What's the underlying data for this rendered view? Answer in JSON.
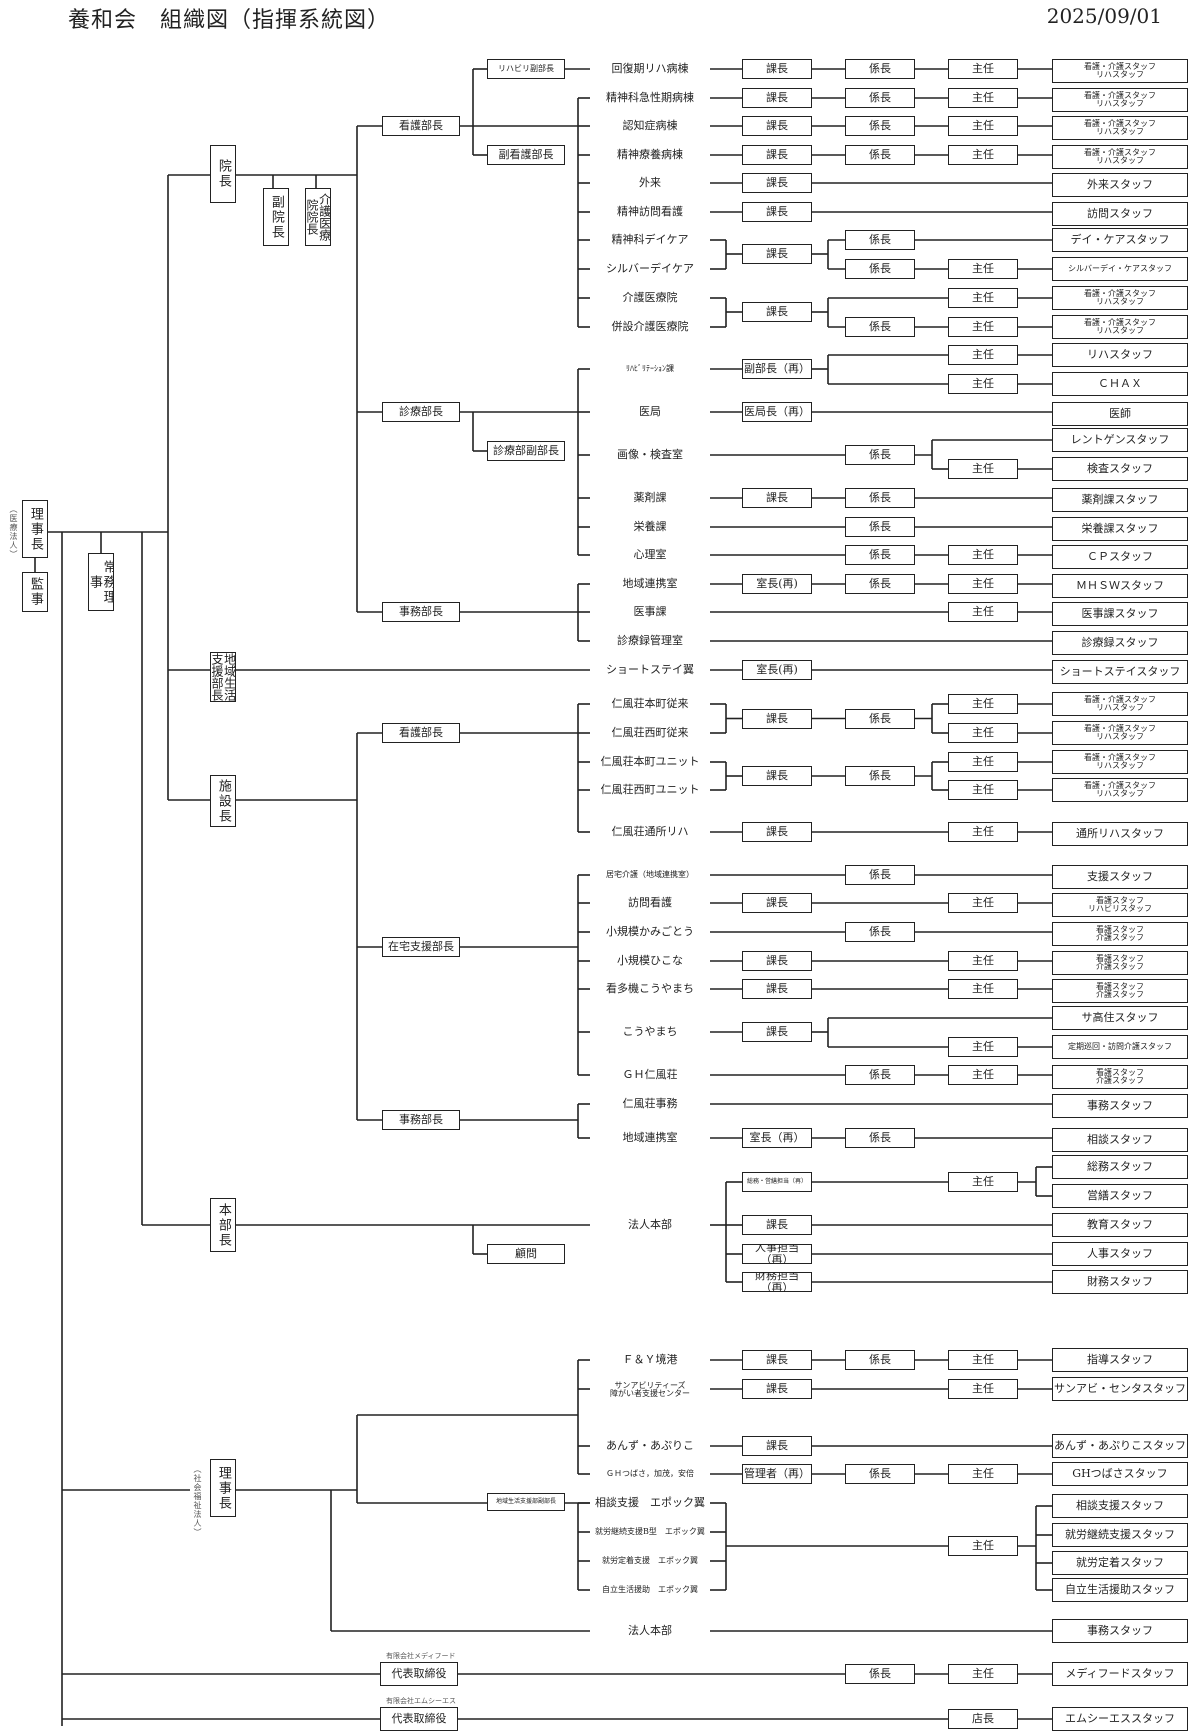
{
  "header": {
    "title": "養和会　組織図（指揮系統図）",
    "date": "2025/09/01"
  },
  "corp_notes": {
    "medical": "（医療法人）",
    "welfare": "（社会福祉法人）",
    "medifood": "有限会社メディフード",
    "mcs": "有限会社エムシーエス"
  },
  "top": {
    "chairman": "理事長",
    "auditor": "監事",
    "managing_director": "常務理事",
    "hospital_director": "院長",
    "vice_director": "副院長",
    "care_vice_director": "介護医療院院長",
    "regional_support_head": "地域生活支援部長",
    "facility_director": "施設長",
    "hq_director": "本部長",
    "welfare_chairman": "理事長",
    "rep_director_1": "代表取締役",
    "rep_director_2": "代表取締役"
  },
  "hospital": {
    "nursing_head": "看護部長",
    "rehab_vice": "リハビリ副部長",
    "vice_nursing_head": "副看護部長",
    "medical_head": "診療部長",
    "medical_vice": "診療部副部長",
    "admin_head": "事務部長",
    "rows": [
      {
        "unit": "回復期リハ病棟",
        "l1": "課長",
        "l2": "係長",
        "l3": "主任",
        "staff": "看護・介護スタッフ\nリハスタッフ"
      },
      {
        "unit": "精神科急性期病棟",
        "l1": "課長",
        "l2": "係長",
        "l3": "主任",
        "staff": "看護・介護スタッフ\nリハスタッフ"
      },
      {
        "unit": "認知症病棟",
        "l1": "課長",
        "l2": "係長",
        "l3": "主任",
        "staff": "看護・介護スタッフ\nリハスタッフ"
      },
      {
        "unit": "精神療養病棟",
        "l1": "課長",
        "l2": "係長",
        "l3": "主任",
        "staff": "看護・介護スタッフ\nリハスタッフ"
      },
      {
        "unit": "外来",
        "l1": "課長",
        "staff": "外来スタッフ"
      },
      {
        "unit": "精神訪問看護",
        "l1": "課長",
        "staff": "訪問スタッフ"
      },
      {
        "unit": "精神科デイケア",
        "l2": "係長",
        "staff": "デイ・ケアスタッフ"
      },
      {
        "unit": "シルバーデイケア",
        "l1": "課長",
        "l2": "係長",
        "l3": "主任",
        "staff": "シルバーデイ・ケアスタッフ"
      },
      {
        "unit": "介護医療院",
        "l3": "主任",
        "staff": "看護・介護スタッフ\nリハスタッフ"
      },
      {
        "unit": "併設介護医療院",
        "l1": "課長",
        "l2": "係長",
        "l3": "主任",
        "staff": "看護・介護スタッフ\nリハスタッフ"
      },
      {
        "unit": "ﾘﾊﾋﾞﾘﾃｰｼｮﾝ課",
        "l1": "副部長（再）",
        "l3": "主任",
        "staff": "リハスタッフ"
      },
      {
        "unit": "",
        "l3": "主任",
        "staff": "ＣＨＡＸ"
      },
      {
        "unit": "医局",
        "l1": "医局長（再）",
        "staff": "医師"
      },
      {
        "unit": "画像・検査室",
        "l2": "係長",
        "staff": "レントゲンスタッフ"
      },
      {
        "unit": "",
        "l3": "主任",
        "staff": "検査スタッフ"
      },
      {
        "unit": "薬剤課",
        "l1": "課長",
        "l2": "係長",
        "staff": "薬剤課スタッフ"
      },
      {
        "unit": "栄養課",
        "l2": "係長",
        "staff": "栄養課スタッフ"
      },
      {
        "unit": "心理室",
        "l2": "係長",
        "l3": "主任",
        "staff": "ＣＰスタッフ"
      },
      {
        "unit": "地域連携室",
        "l1": "室長(再)",
        "l2": "係長",
        "l3": "主任",
        "staff": "ＭＨＳＷスタッフ"
      },
      {
        "unit": "医事課",
        "l3": "主任",
        "staff": "医事課スタッフ"
      },
      {
        "unit": "診療録管理室",
        "staff": "診療録スタッフ"
      }
    ]
  },
  "short_stay": {
    "unit": "ショートステイ翼",
    "l1": "室長(再)",
    "staff": "ショートステイスタッフ"
  },
  "facility": {
    "nursing_head": "看護部長",
    "home_support_head": "在宅支援部長",
    "admin_head": "事務部長",
    "rows": [
      {
        "unit": "仁風荘本町従来",
        "l3": "主任",
        "staff": "看護・介護スタッフ\nリハスタッフ"
      },
      {
        "unit": "仁風荘西町従来",
        "l1": "課長",
        "l2": "係長",
        "l3": "主任",
        "staff": "看護・介護スタッフ\nリハスタッフ"
      },
      {
        "unit": "仁風荘本町ユニット",
        "l3": "主任",
        "staff": "看護・介護スタッフ\nリハスタッフ"
      },
      {
        "unit": "仁風荘西町ユニット",
        "l1": "課長",
        "l2": "係長",
        "l3": "主任",
        "staff": "看護・介護スタッフ\nリハスタッフ"
      },
      {
        "unit": "仁風荘通所リハ",
        "l1": "課長",
        "l3": "主任",
        "staff": "通所リハスタッフ"
      },
      {
        "unit": "居宅介護（地域連携室）",
        "l2": "係長",
        "staff": "支援スタッフ"
      },
      {
        "unit": "訪問看護",
        "l1": "課長",
        "l3": "主任",
        "staff": "看護スタッフ\nリハビリスタッフ"
      },
      {
        "unit": "小規模かみごとう",
        "l2": "係長",
        "staff": "看護スタッフ\n介護スタッフ"
      },
      {
        "unit": "小規模ひこな",
        "l1": "課長",
        "l3": "主任",
        "staff": "看護スタッフ\n介護スタッフ"
      },
      {
        "unit": "看多機こうやまち",
        "l1": "課長",
        "l3": "主任",
        "staff": "看護スタッフ\n介護スタッフ"
      },
      {
        "unit": "",
        "staff": "サ高住スタッフ"
      },
      {
        "unit": "こうやまち",
        "l1": "課長",
        "l3": "主任",
        "staff": "定期巡回・訪問介護スタッフ"
      },
      {
        "unit": "ＧＨ仁風荘",
        "l2": "係長",
        "l3": "主任",
        "staff": "看護スタッフ\n介護スタッフ"
      },
      {
        "unit": "仁風荘事務",
        "staff": "事務スタッフ"
      },
      {
        "unit": "地域連携室",
        "l1": "室長（再）",
        "l2": "係長",
        "staff": "相談スタッフ"
      }
    ]
  },
  "hq": {
    "advisor": "顧問",
    "unit": "法人本部",
    "rows": [
      {
        "l1": "総務・営繕担当（再）",
        "l3": "主任",
        "staff": "総務スタッフ"
      },
      {
        "staff": "営繕スタッフ"
      },
      {
        "l1": "課長",
        "staff": "教育スタッフ"
      },
      {
        "l1": "人事担当（再）",
        "staff": "人事スタッフ"
      },
      {
        "l1": "財務担当（再）",
        "staff": "財務スタッフ"
      }
    ]
  },
  "welfare": {
    "regional_vice": "地域生活支援部副部長",
    "rows": [
      {
        "unit": "Ｆ＆Ｙ境港",
        "l1": "課長",
        "l2": "係長",
        "l3": "主任",
        "staff": "指導スタッフ"
      },
      {
        "unit": "サンアビリティーズ\n障がい者支援センター",
        "l1": "課長",
        "l3": "主任",
        "staff": "サンアビ・センタスタッフ"
      },
      {
        "unit": "あんず・あぷりこ",
        "l1": "課長",
        "staff": "あんず・あぷりこスタッフ"
      },
      {
        "unit": "ＧＨつばさ，加茂，安倍",
        "l1": "管理者（再）",
        "l2": "係長",
        "l3": "主任",
        "staff": "GHつばさスタッフ"
      },
      {
        "unit": "相談支援　エポック翼",
        "staff": "相談支援スタッフ"
      },
      {
        "unit": "就労継続支援B型　エポック翼",
        "l3": "主任",
        "staff": "就労継続支援スタッフ"
      },
      {
        "unit": "就労定着支援　エポック翼",
        "staff": "就労定着スタッフ"
      },
      {
        "unit": "自立生活援助　エポック翼",
        "staff": "自立生活援助スタッフ"
      },
      {
        "unit": "法人本部",
        "staff": "事務スタッフ"
      }
    ]
  },
  "companies": [
    {
      "l2": "係長",
      "l3": "主任",
      "staff": "メディフードスタッフ"
    },
    {
      "l3": "店長",
      "staff": "エムシーエススタッフ"
    }
  ]
}
